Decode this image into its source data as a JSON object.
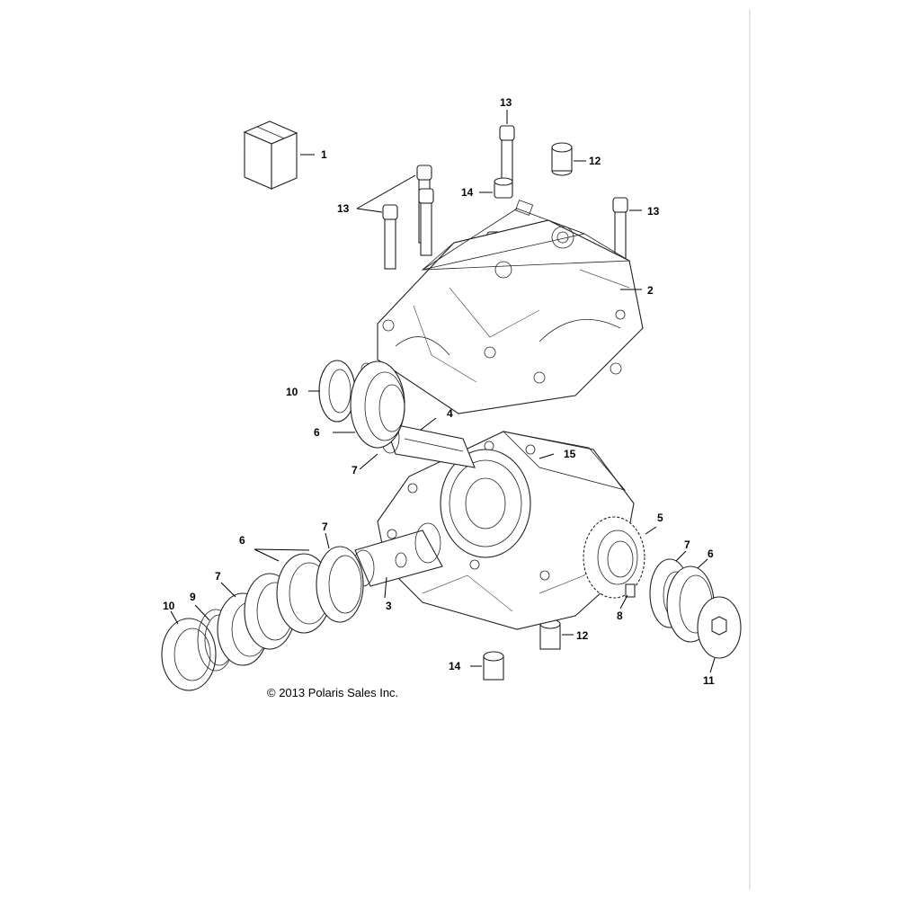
{
  "callouts": [
    {
      "id": "c1",
      "text": "1"
    },
    {
      "id": "c2",
      "text": "2"
    },
    {
      "id": "c3",
      "text": "3"
    },
    {
      "id": "c4",
      "text": "4"
    },
    {
      "id": "c5",
      "text": "5"
    },
    {
      "id": "c6a",
      "text": "6"
    },
    {
      "id": "c6b",
      "text": "6"
    },
    {
      "id": "c6c",
      "text": "6"
    },
    {
      "id": "c7a",
      "text": "7"
    },
    {
      "id": "c7b",
      "text": "7"
    },
    {
      "id": "c7c",
      "text": "7"
    },
    {
      "id": "c7d",
      "text": "7"
    },
    {
      "id": "c8",
      "text": "8"
    },
    {
      "id": "c9",
      "text": "9"
    },
    {
      "id": "c10a",
      "text": "10"
    },
    {
      "id": "c10b",
      "text": "10"
    },
    {
      "id": "c11",
      "text": "11"
    },
    {
      "id": "c12a",
      "text": "12"
    },
    {
      "id": "c12b",
      "text": "12"
    },
    {
      "id": "c13a",
      "text": "13"
    },
    {
      "id": "c13b",
      "text": "13"
    },
    {
      "id": "c13c",
      "text": "13"
    },
    {
      "id": "c14a",
      "text": "14"
    },
    {
      "id": "c14b",
      "text": "14"
    },
    {
      "id": "c15",
      "text": "15"
    }
  ],
  "copyright": "© 2013 Polaris Sales Inc."
}
